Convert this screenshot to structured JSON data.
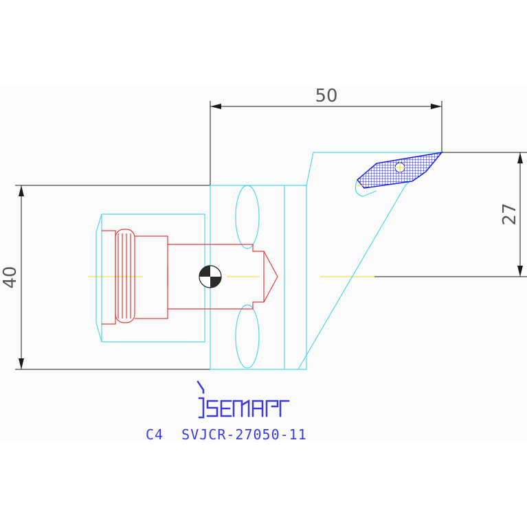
{
  "dimensions": {
    "width_label": "50",
    "height_label": "27",
    "shank_label": "40"
  },
  "logo": {
    "text": "iscar",
    "icon": "iscar-logo-icon",
    "color": "#3a3ae0"
  },
  "part_code": "C4  SVJCR-27050-11",
  "colors": {
    "dimension": "#1a1a1a",
    "body": "#4fd6e8",
    "clamp": "#e23a3a",
    "centerline": "#f4e34a",
    "insert": "#1d22d6"
  }
}
